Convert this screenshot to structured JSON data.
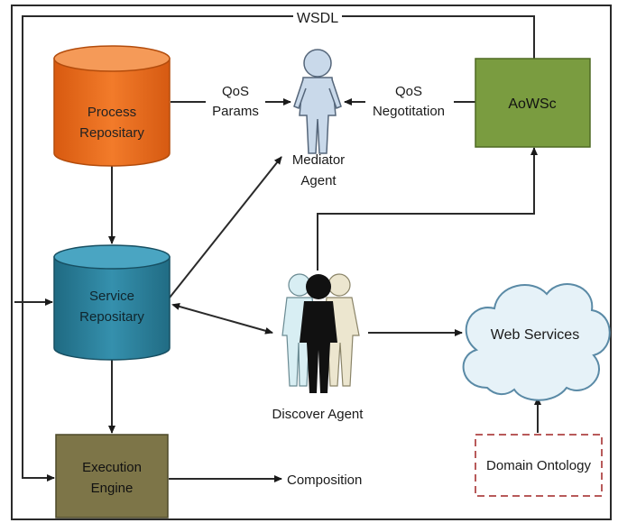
{
  "labels": {
    "wsdl": "WSDL",
    "qos_params_line1": "QoS",
    "qos_params_line2": "Params",
    "qos_negotiation_line1": "QoS",
    "qos_negotiation_line2": "Negotitation",
    "process_repository_line1": "Process",
    "process_repository_line2": "Repositary",
    "service_repository_line1": "Service",
    "service_repository_line2": "Repositary",
    "mediator_agent_line1": "Mediator",
    "mediator_agent_line2": "Agent",
    "aowsc": "AoWSc",
    "discover_agent": "Discover Agent",
    "web_services": "Web Services",
    "execution_engine_line1": "Execution",
    "execution_engine_line2": "Engine",
    "composition": "Composition",
    "domain_ontology": "Domain Ontology"
  },
  "colors": {
    "process_repository_fill": "#ee6f1e",
    "service_repository_fill": "#2e7f9a",
    "aowsc_fill": "#7a9c40",
    "execution_engine_fill": "#7d7548",
    "cloud_fill": "#e6f2f8",
    "domain_ontology_border": "#b85a5a",
    "line": "#2a2a2a"
  }
}
